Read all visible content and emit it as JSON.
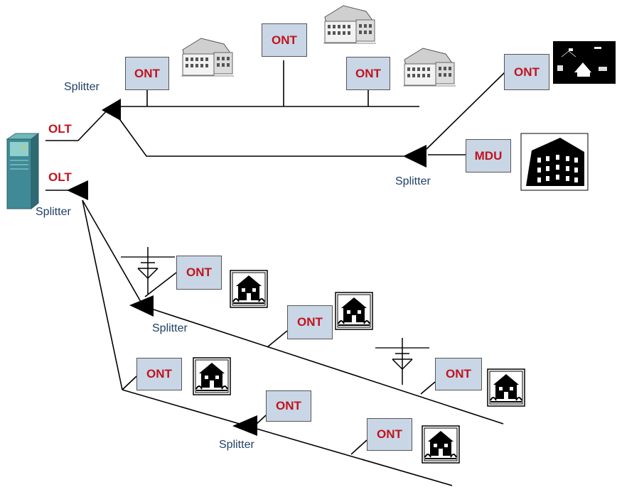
{
  "labels": {
    "olt_top": "OLT",
    "olt_bottom": "OLT",
    "splitter_top_left": "Splitter",
    "splitter_bottom_left": "Splitter",
    "splitter_right": "Splitter",
    "splitter_mid": "Splitter",
    "splitter_low": "Splitter",
    "ont_1": "ONT",
    "ont_2": "ONT",
    "ont_3": "ONT",
    "ont_4": "ONT",
    "mdu": "MDU",
    "ont_5": "ONT",
    "ont_6": "ONT",
    "ont_7": "ONT",
    "ont_8": "ONT",
    "ont_9": "ONT",
    "ont_10": "ONT"
  },
  "colors": {
    "box_fill": "#c9d6e6",
    "device_text": "#c0141e",
    "splitter_text": "#1f3f66",
    "line": "#000000"
  },
  "icons": [
    "olt-rack-icon",
    "apartment-building-icon",
    "city-night-icon",
    "mdu-building-icon",
    "house-icon",
    "antenna-pole-icon",
    "splitter-triangle-icon"
  ]
}
